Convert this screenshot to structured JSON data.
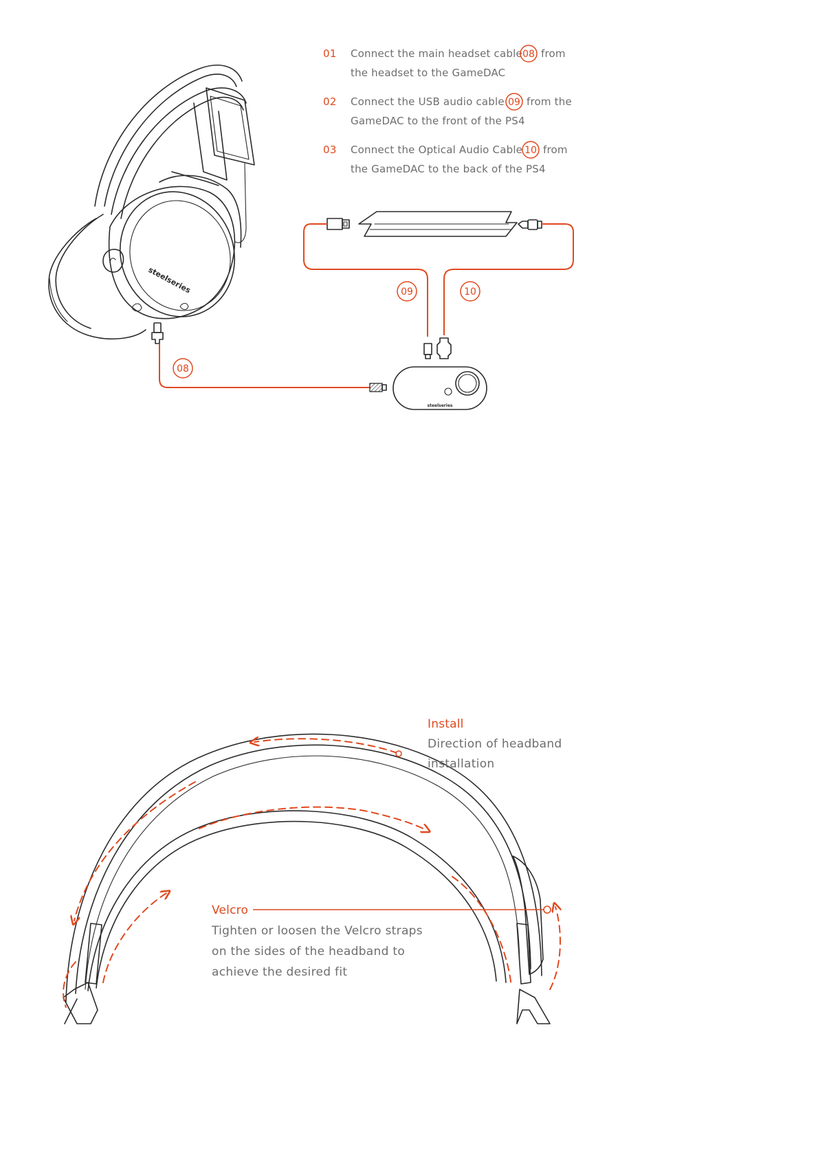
{
  "setup": {
    "steps": [
      {
        "number": "01",
        "line1_before": "Connect the main headset cable",
        "badge": "08",
        "line1_after": "from",
        "line2": "the headset to the GameDAC"
      },
      {
        "number": "02",
        "line1_before": "Connect the USB audio cable",
        "badge": "09",
        "line1_after": "from the",
        "line2": "GameDAC to the front of the PS4"
      },
      {
        "number": "03",
        "line1_before": "Connect the Optical Audio Cable",
        "badge": "10",
        "line1_after": "from",
        "line2": "the GameDAC to the back of the PS4"
      }
    ],
    "callouts": {
      "cable_08": "08",
      "cable_09": "09",
      "cable_10": "10"
    },
    "brand_headset": "steelseries",
    "brand_dac": "steelseries"
  },
  "headband": {
    "install": {
      "title": "Install",
      "line1": "Direction of headband",
      "line2": "installation"
    },
    "velcro": {
      "title": "Velcro",
      "line1": "Tighten or loosen the Velcro straps",
      "line2": "on the sides of the headband to",
      "line3": "achieve the desired fit"
    }
  },
  "colors": {
    "accent": "#e0491f",
    "text": "#6e6e6e",
    "line": "#2b2b2b"
  }
}
